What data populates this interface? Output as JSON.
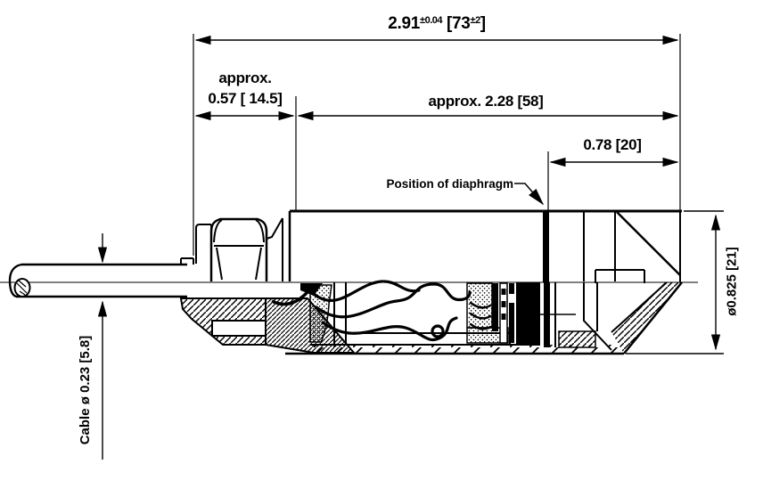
{
  "dimensions": {
    "overall": {
      "main": "2.91",
      "tol": "±0.04",
      "mm": "[73",
      "mm_tol": "±2",
      "close": "]"
    },
    "gland": {
      "line1": "approx.",
      "line2": "0.57 [ 14.5]"
    },
    "body_length": "approx. 2.28 [58]",
    "diaphragm_offset": "0.78 [20]",
    "body_diameter": "ø0.825 [21]",
    "cable_diameter": "Cable ø 0.23 [5.8]"
  },
  "labels": {
    "diaphragm_position": "Position of diaphragm"
  },
  "colors": {
    "ink": "#000000",
    "paper": "#ffffff"
  }
}
